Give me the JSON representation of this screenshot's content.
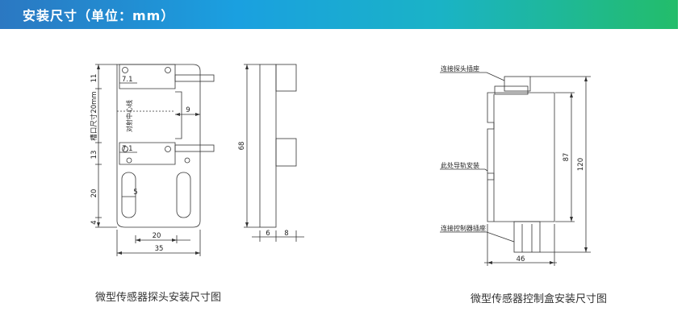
{
  "banner": {
    "title": "安装尺寸（单位：mm）"
  },
  "colors": {
    "banner_start": "#2b78c2",
    "banner_end": "#23bd6a",
    "line": "#333333"
  },
  "probe": {
    "dims": {
      "top_11": "11",
      "slot": "槽口尺寸20mm",
      "mid_13": "13",
      "d20": "20",
      "d4": "4",
      "c71_top": "7.1",
      "c71_bot": "7.1",
      "d9": "9",
      "d5": "5",
      "w20": "20",
      "w35": "35",
      "h68": "68",
      "t6": "6",
      "t8": "8"
    },
    "center_label": "对射中心线",
    "caption": "微型传感器探头安装尺寸图"
  },
  "controller": {
    "labels": {
      "top_connector": "连接探头插座",
      "rail_mount": "此处导轨安装",
      "bottom_connector": "连接控制器插座"
    },
    "dims": {
      "h87": "87",
      "h120": "120",
      "w46": "46"
    },
    "caption": "微型传感器控制盒安装尺寸图"
  }
}
